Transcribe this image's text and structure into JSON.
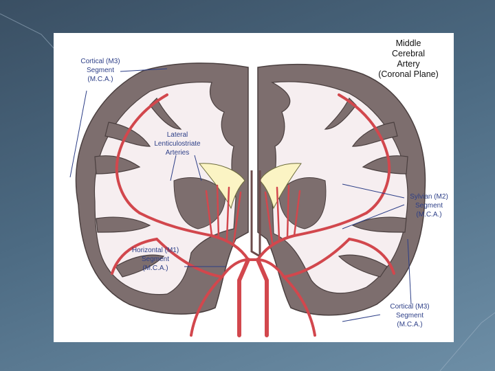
{
  "figure": {
    "title": "Middle\nCerebral\nArtery\n(Coronal Plane)",
    "labels": {
      "cortical_m3_top": "Cortical (M3)\nSegment\n(M.C.A.)",
      "lateral_lenticulostriate": "Lateral\nLenticulostriate\nArteries",
      "sylvian_m2": "Sylvian (M2)\nSegment\n(M.C.A.)",
      "horizontal_m1": "Horizontal (M1)\nSegment\n(M.C.A.)",
      "cortical_m3_bottom": "Cortical (M3)\nSegment\n(M.C.A.)"
    }
  },
  "colors": {
    "background_dark": "#3a4f63",
    "background_light": "#6d8ea6",
    "cortex": "#7d6e6e",
    "white_matter": "#f6eef0",
    "artery": "#d2474d",
    "ventricle": "#fbf4c4",
    "label_text": "#2c3e87"
  }
}
